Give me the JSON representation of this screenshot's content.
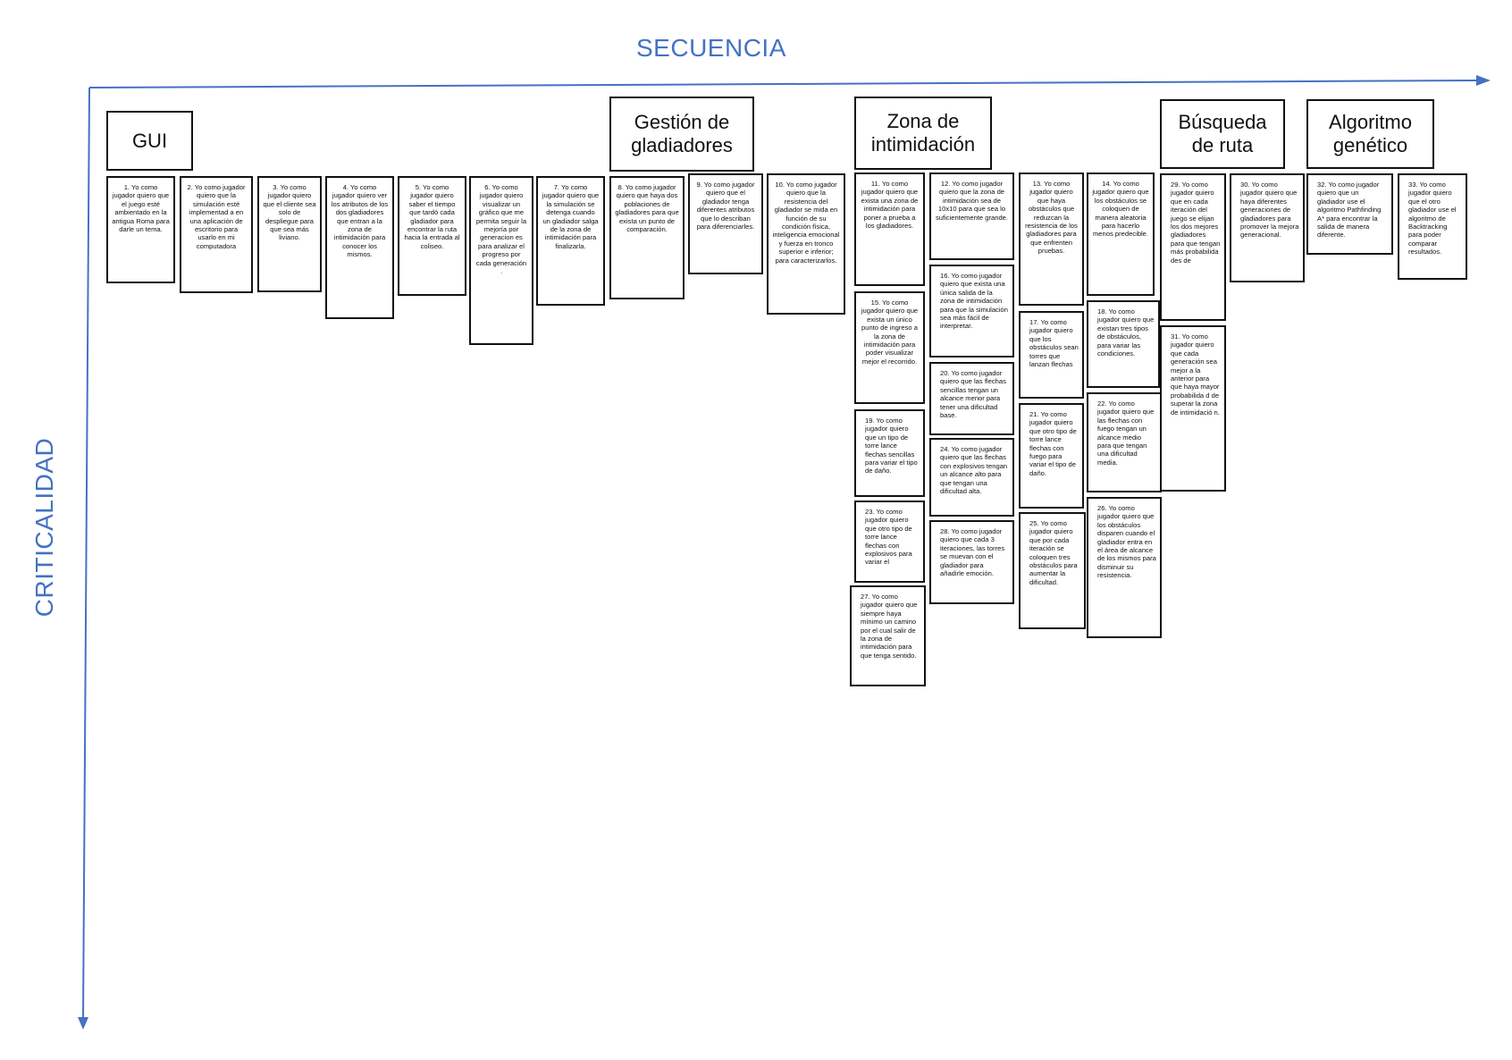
{
  "axes": {
    "x_title": "SECUENCIA",
    "y_title": "CRITICALIDAD",
    "color": "#4472c4"
  },
  "headers": [
    {
      "id": "gui",
      "label": "GUI"
    },
    {
      "id": "gestion",
      "label": "Gestión de\ngladiadores"
    },
    {
      "id": "zona",
      "label": "Zona de\nintimidación"
    },
    {
      "id": "busqueda",
      "label": "Búsqueda\nde ruta"
    },
    {
      "id": "algoritmo",
      "label": "Algoritmo\ngenético"
    }
  ],
  "cards": [
    {
      "id": 1,
      "text": "1. Yo como jugador quiero que el juego esté ambientado en la antigua Roma para darle un tema."
    },
    {
      "id": 2,
      "text": "2. Yo como jugador quiero que la simulación esté implementad a en una aplicación de escritorio para usarlo en mi computadora"
    },
    {
      "id": 3,
      "text": "3. Yo como jugador quiero que el cliente sea solo de despliegue para que sea más liviano."
    },
    {
      "id": 4,
      "text": "4. Yo como jugador quiero ver los atributos de los dos gladiadores que entran a la zona de intimidación para conocer los mismos."
    },
    {
      "id": 5,
      "text": "5. Yo como jugador quiero saber el tiempo que tardó cada gladiador para encontrar la ruta hacia la entrada al coliseo."
    },
    {
      "id": 6,
      "text": "6. Yo como jugador quiero visualizar un gráfico que me permita seguir la mejoría por generacion es para analizar el progreso por cada generación ."
    },
    {
      "id": 7,
      "text": "7. Yo como jugador quiero que la simulación se detenga cuando un gladiador salga de la zona de intimidación para finalizarla."
    },
    {
      "id": 8,
      "text": "8. Yo como jugador quiero que haya dos poblaciones de gladiadores para que exista un punto de comparación."
    },
    {
      "id": 9,
      "text": "9. Yo como jugador quiero que el gladiador tenga diferentes atributos que lo describan para diferenciarles."
    },
    {
      "id": 10,
      "text": "10. Yo como jugador quiero que la resistencia del gladiador se mida en función de su condición física, inteligencia emocional y fuerza en tronco superior e inferior; para caracterizarlos."
    },
    {
      "id": 11,
      "text": "11. Yo como jugador quiero que exista una zona de intimidación para poner a prueba a los gladiadores."
    },
    {
      "id": 12,
      "text": "12. Yo como jugador quiero que la zona de intimidación sea de 10x10 para que sea lo suficientemente grande."
    },
    {
      "id": 13,
      "text": "13. Yo como jugador quiero que haya obstáculos que reduzcan la resistencia de los gladiadores para que enfrenten pruebas."
    },
    {
      "id": 14,
      "text": "14. Yo como jugador quiero que los obstáculos se coloquen de manera aleatoria para hacerlo menos predecible."
    },
    {
      "id": 15,
      "text": "15. Yo como jugador quiero que exista un único punto de ingreso a la zona de intimidación para poder visualizar mejor el recorrido."
    },
    {
      "id": 16,
      "text": "16. Yo como jugador quiero que exista una única salida de la zona de intimidación para que la simulación sea más fácil de interpretar."
    },
    {
      "id": 17,
      "text": "17. Yo como jugador quiero que los obstáculos sean torres que lanzan flechas"
    },
    {
      "id": 18,
      "text": "18. Yo como jugador quiero que existan tres tipos de obstáculos, para variar las condiciones."
    },
    {
      "id": 19,
      "text": "19. Yo como jugador quiero que un tipo de torre lance flechas sencillas para variar el tipo de daño."
    },
    {
      "id": 20,
      "text": "20. Yo como jugador quiero que las flechas sencillas tengan un alcance menor para tener una dificultad base."
    },
    {
      "id": 21,
      "text": "21. Yo como jugador quiero que otro tipo de torre lance flechas con fuego para variar el tipo de daño."
    },
    {
      "id": 22,
      "text": "22. Yo como jugador quiero que las flechas con fuego tengan un alcance medio para que tengan una dificultad media."
    },
    {
      "id": 23,
      "text": "23. Yo como jugador quiero que otro tipo de torre lance flechas con explosivos para variar el"
    },
    {
      "id": 24,
      "text": "24. Yo como jugador quiero que las flechas con explosivos tengan un alcance alto para que tengan una dificultad alta."
    },
    {
      "id": 25,
      "text": "25. Yo como jugador quiero que por cada iteración se coloquen tres obstáculos para aumentar la dificultad."
    },
    {
      "id": 26,
      "text": "26. Yo como jugador quiero que los obstáculos disparen cuando el gladiador entra en el área de alcance de los mismos para disminuir su resistencia."
    },
    {
      "id": 27,
      "text": "27. Yo como jugador quiero que siempre haya mínimo un camino por el cual salir de la zona de intimidación para que tenga sentido."
    },
    {
      "id": 28,
      "text": "28. Yo como jugador quiero que cada 3 iteraciones, las torres se muevan con el gladiador para añadirle emoción."
    },
    {
      "id": 29,
      "text": "29. Yo como jugador quiero que en cada iteración del juego se elijan los dos mejores gladiadores para que tengan más probabilida des de"
    },
    {
      "id": 30,
      "text": "30. Yo como jugador quiero que haya diferentes generaciones de gladiadores para promover la mejora generacional."
    },
    {
      "id": 31,
      "text": "31. Yo como jugador quiero que cada generación sea mejor a la anterior para que haya mayor probabilida d de superar la zona de intimidació n."
    },
    {
      "id": 32,
      "text": "32. Yo como jugador quiero que un gladiador use el algoritmo Pathfinding A* para encontrar la salida de manera diferente."
    },
    {
      "id": 33,
      "text": "33. Yo como jugador quiero que el otro gladiador use el algoritmo de Backtracking para poder comparar resultados."
    }
  ]
}
